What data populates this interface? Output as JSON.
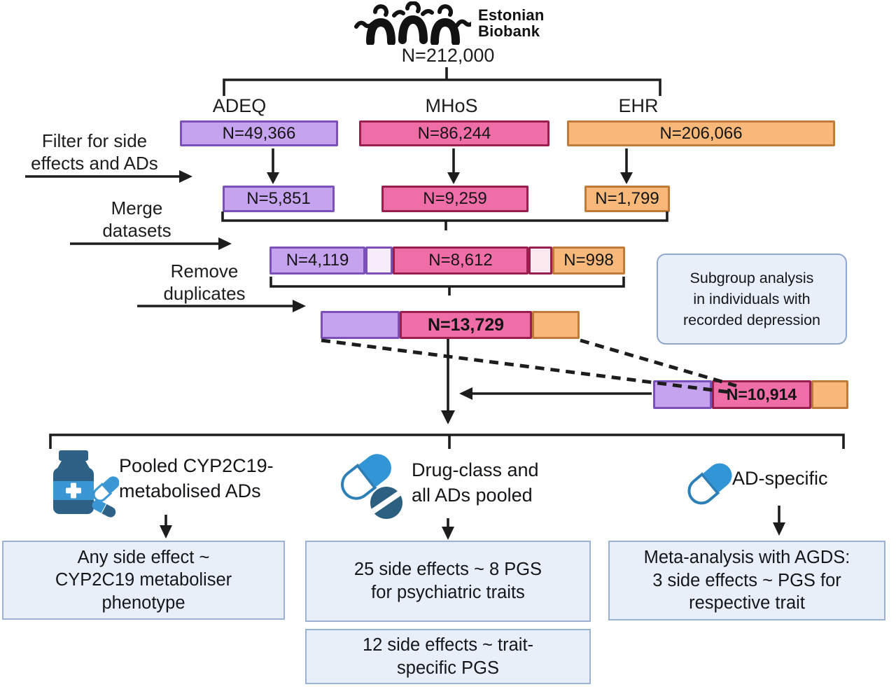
{
  "brand": {
    "name": "Estonian\nBiobank",
    "total_n": "N=212,000"
  },
  "cohorts": [
    {
      "name": "ADEQ",
      "n": "N=49,366"
    },
    {
      "name": "MHoS",
      "n": "N=86,244"
    },
    {
      "name": "EHR",
      "n": "N=206,066"
    }
  ],
  "filtered": [
    {
      "n": "N=5,851"
    },
    {
      "n": "N=9,259"
    },
    {
      "n": "N=1,799"
    }
  ],
  "merged": [
    {
      "n": "N=4,119"
    },
    {
      "n": "N=8,612"
    },
    {
      "n": "N=998"
    }
  ],
  "steps": {
    "filter": "Filter for side\neffects and ADs",
    "merge": "Merge\ndatasets",
    "dedup": "Remove\nduplicates"
  },
  "dedup_total": "N=13,729",
  "subgroup": {
    "note": "Subgroup analysis\nin individuals with\nrecorded depression",
    "n": "N=10,914"
  },
  "branches": [
    {
      "icon": "medicine-bottle-icon",
      "label": "Pooled CYP2C19-\nmetabolised ADs",
      "result": "Any side effect ~\nCYP2C19 metaboliser\nphenotype"
    },
    {
      "icon": "capsule-and-pill-icon",
      "label": "Drug-class and\nall ADs pooled",
      "result1": "25 side effects ~ 8 PGS\nfor psychiatric traits",
      "result2": "12 side effects ~ trait-\nspecific PGS"
    },
    {
      "icon": "capsule-icon",
      "label": "AD-specific",
      "result": "Meta-analysis with AGDS:\n3 side effects ~ PGS for\nrespective trait"
    }
  ],
  "colors": {
    "purple_fill": "#c6a3ee",
    "purple_border": "#7b51b7",
    "pink_fill": "#f06ea8",
    "pink_border": "#99204e",
    "orange_fill": "#f7b87a",
    "orange_border": "#bf7b39",
    "note_fill": "#e9eff9",
    "note_border": "#9cb2d4",
    "icon_blue": "#3295d6",
    "icon_dark_blue": "#2d5f80",
    "line": "#1d1d1d"
  }
}
